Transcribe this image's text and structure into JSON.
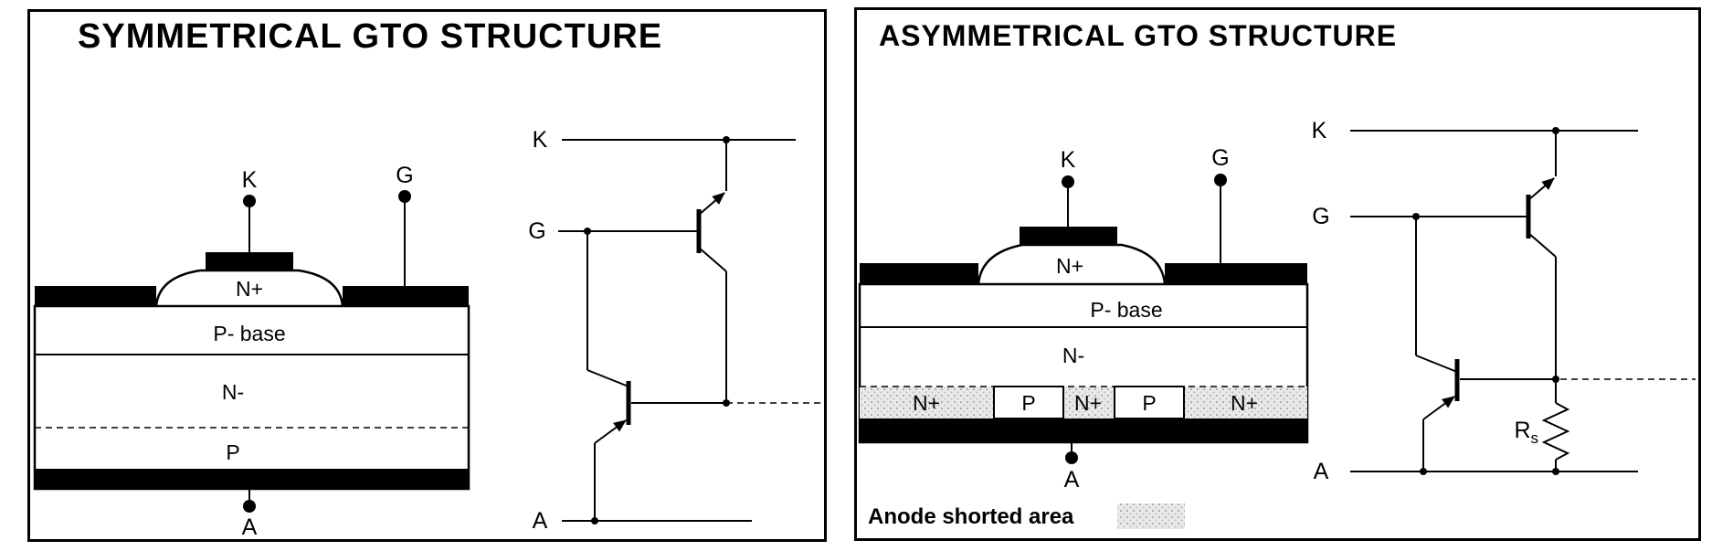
{
  "colors": {
    "ink": "#000000",
    "paper": "#ffffff",
    "shorted_area_bg": "#e9e9e9",
    "shorted_area_dot": "#aaaaaa"
  },
  "left_panel": {
    "title": "SYMMETRICAL GTO STRUCTURE",
    "cross_section": {
      "k": "K",
      "g": "G",
      "a": "A",
      "n_plus": "N+",
      "p_base": "P- base",
      "n_minus": "N-",
      "p": "P"
    },
    "circuit": {
      "k": "K",
      "g": "G",
      "a": "A"
    }
  },
  "right_panel": {
    "title": "ASYMMETRICAL GTO STRUCTURE",
    "cross_section": {
      "k": "K",
      "g": "G",
      "a": "A",
      "n_plus": "N+",
      "p_base": "P- base",
      "n_minus": "N-",
      "anode_shorts": [
        "N+",
        "P",
        "N+",
        "P",
        "N+"
      ]
    },
    "circuit": {
      "k": "K",
      "g": "G",
      "a": "A",
      "resistor_symbol": "R",
      "resistor_subscript": "s"
    },
    "legend_label": "Anode shorted area"
  }
}
